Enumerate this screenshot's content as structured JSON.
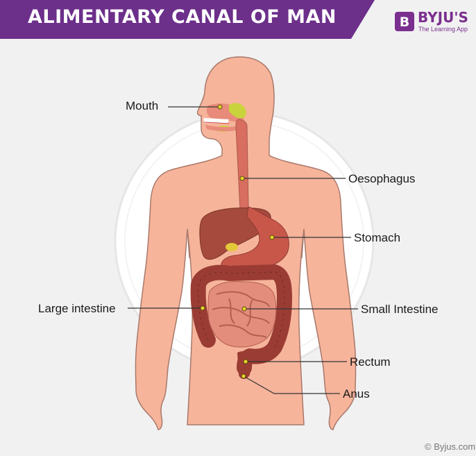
{
  "header": {
    "title": "ALIMENTARY CANAL OF MAN",
    "banner_color": "#6c2f8a",
    "logo": {
      "name": "BYJU'S",
      "tagline": "The Learning App",
      "badge_letter": "B",
      "color": "#7b2f8f"
    }
  },
  "labels": {
    "mouth": "Mouth",
    "oesophagus": "Oesophagus",
    "stomach": "Stomach",
    "large_intestine": "Large intestine",
    "small_intestine": "Small Intestine",
    "rectum": "Rectum",
    "anus": "Anus"
  },
  "colors": {
    "skin": "#f6b49b",
    "skin_outline": "#a8786a",
    "liver": "#a54a3c",
    "stomach": "#c8574a",
    "large_intestine": "#9a3c34",
    "small_intestine": "#e38d7c",
    "gland": "#d9d74a",
    "pancreas": "#e07c2e",
    "leader_line": "#333333",
    "dot": "#e8d52a"
  },
  "copyright": "© Byjus.com"
}
